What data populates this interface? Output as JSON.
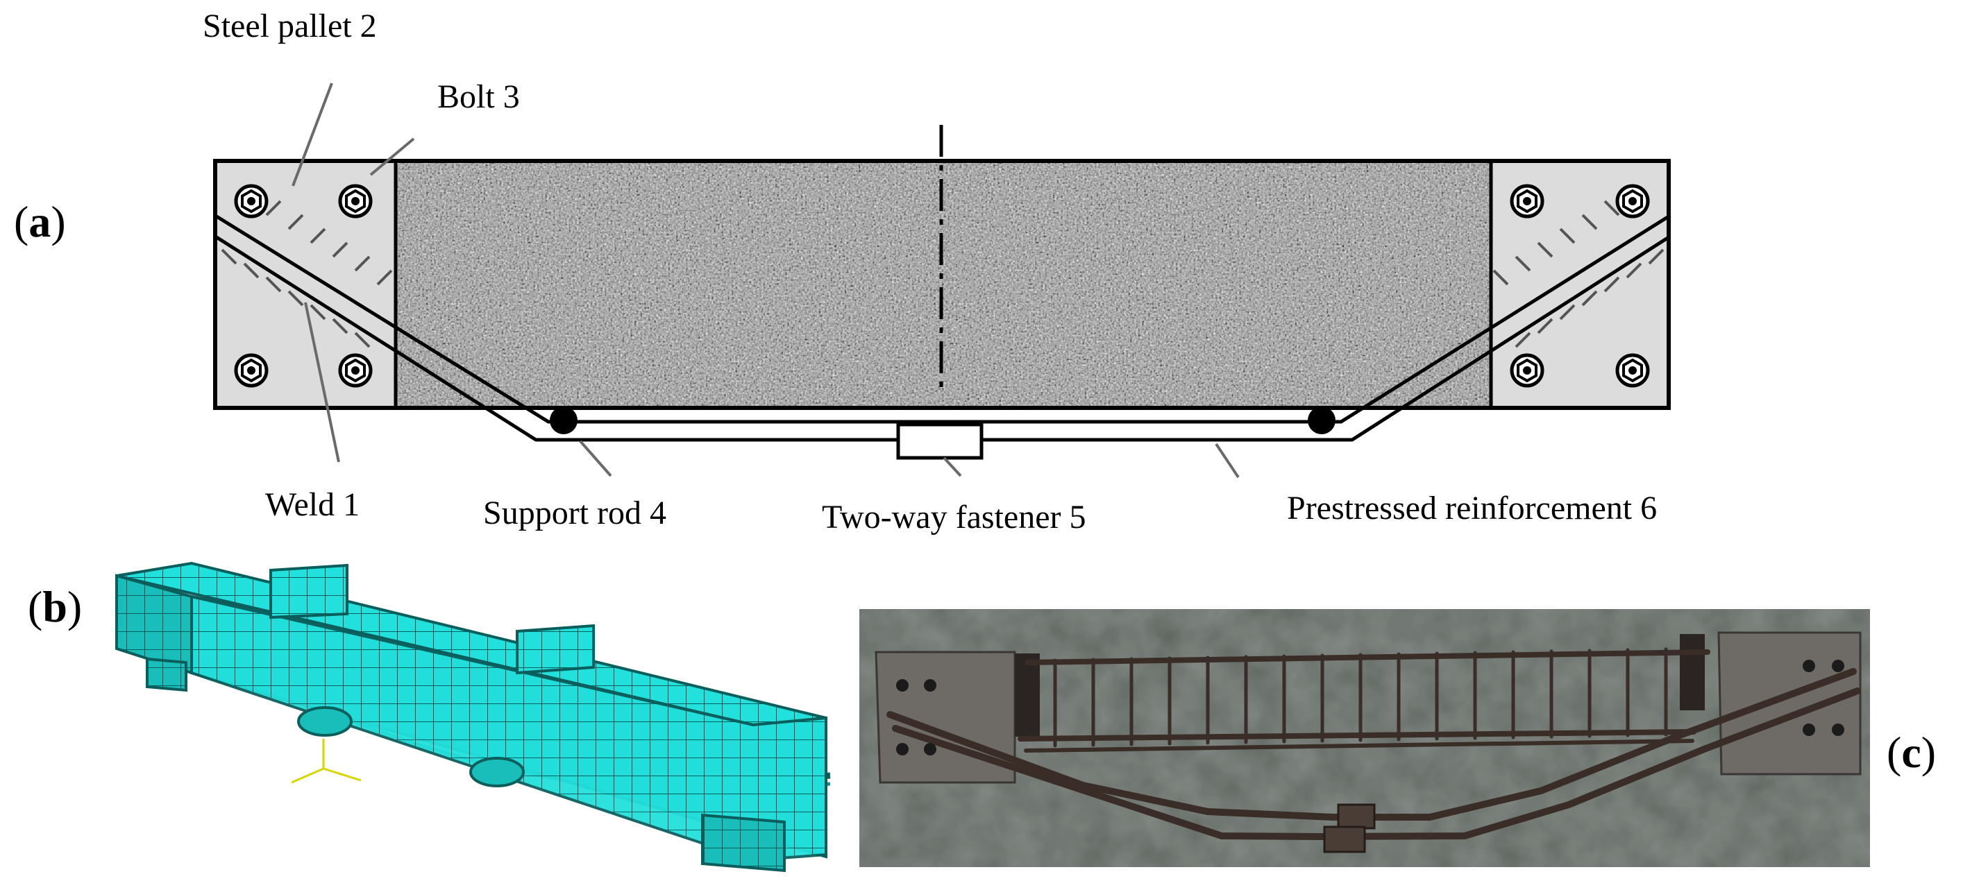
{
  "panels": {
    "a": {
      "open": "(",
      "letter": "a",
      "close": ")"
    },
    "b": {
      "open": "(",
      "letter": "b",
      "close": ")"
    },
    "c": {
      "open": "(",
      "letter": "c",
      "close": ")"
    }
  },
  "labels": {
    "steel_pallet": "Steel pallet 2",
    "bolt": "Bolt 3",
    "weld": "Weld 1",
    "support_rod": "Support rod 4",
    "fastener": "Two-way fastener 5",
    "reinforcement": "Prestressed reinforcement 6"
  },
  "colors": {
    "concrete": "#9a9a9a",
    "plate": "#dcdcdc",
    "fe_mesh": "#22e0dc",
    "fe_mesh_line": "#0a5f5d",
    "photo_bg": "#5f6660",
    "steel_plate": "#6e6a66",
    "rebar": "#3a2c26"
  },
  "icons": [
    "bolt-icon",
    "support-rod-icon",
    "fastener-icon",
    "axis-triad-icon"
  ]
}
